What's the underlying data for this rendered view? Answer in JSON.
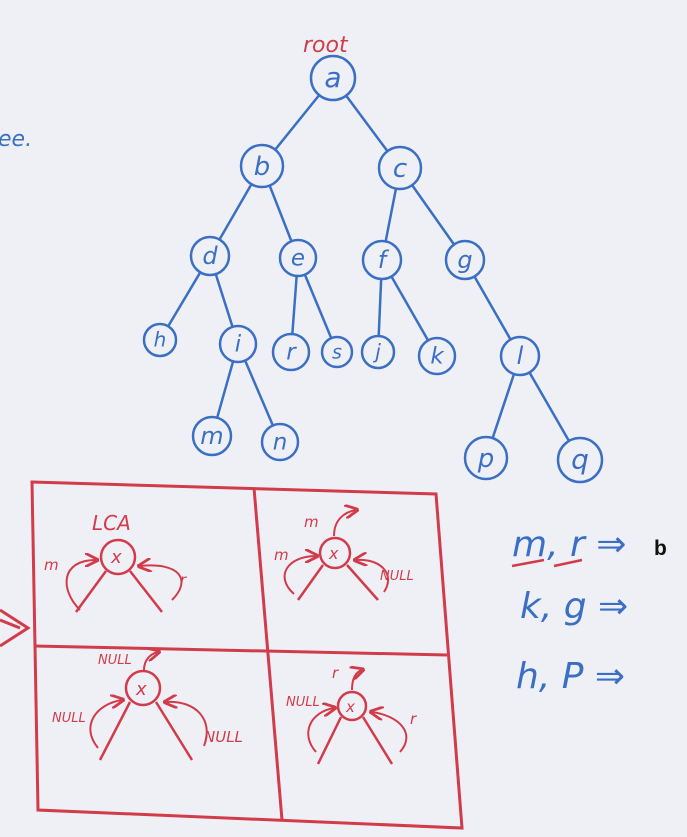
{
  "colors": {
    "blue": "#3b6fc4",
    "red": "#d23b4a",
    "board": "#eef0f6",
    "ink": "#111111"
  },
  "margin_note": "ee.",
  "tree": {
    "root_label": "root",
    "nodes": [
      {
        "id": "a",
        "label": "a"
      },
      {
        "id": "b",
        "label": "b"
      },
      {
        "id": "c",
        "label": "c"
      },
      {
        "id": "d",
        "label": "d"
      },
      {
        "id": "e",
        "label": "e"
      },
      {
        "id": "f",
        "label": "f"
      },
      {
        "id": "g",
        "label": "g"
      },
      {
        "id": "h",
        "label": "h"
      },
      {
        "id": "i",
        "label": "i"
      },
      {
        "id": "r",
        "label": "r"
      },
      {
        "id": "s",
        "label": "s"
      },
      {
        "id": "j",
        "label": "j"
      },
      {
        "id": "k",
        "label": "k"
      },
      {
        "id": "l",
        "label": "l"
      },
      {
        "id": "m",
        "label": "m"
      },
      {
        "id": "n",
        "label": "n"
      },
      {
        "id": "p",
        "label": "p"
      },
      {
        "id": "q",
        "label": "q"
      }
    ],
    "edges": [
      [
        "a",
        "b"
      ],
      [
        "a",
        "c"
      ],
      [
        "b",
        "d"
      ],
      [
        "b",
        "e"
      ],
      [
        "c",
        "f"
      ],
      [
        "c",
        "g"
      ],
      [
        "d",
        "h"
      ],
      [
        "d",
        "i"
      ],
      [
        "e",
        "r"
      ],
      [
        "e",
        "s"
      ],
      [
        "f",
        "j"
      ],
      [
        "f",
        "k"
      ],
      [
        "g",
        "l"
      ],
      [
        "i",
        "m"
      ],
      [
        "i",
        "n"
      ],
      [
        "l",
        "p"
      ],
      [
        "l",
        "q"
      ]
    ]
  },
  "cases": {
    "top_left": {
      "title": "LCA",
      "node": "x",
      "left_in": "m",
      "right_in": "r"
    },
    "top_right": {
      "node": "x",
      "up_out": "m",
      "left_in": "m",
      "right_in": "NULL"
    },
    "bottom_left": {
      "node": "x",
      "up_out": "NULL",
      "left_in": "NULL",
      "right_in": "NULL"
    },
    "bottom_right": {
      "node": "x",
      "up_out": "r",
      "left_in": "NULL",
      "right_in": "r"
    }
  },
  "queries": [
    {
      "text": "m, r ⇒",
      "answer": "b"
    },
    {
      "text": "k, g ⇒",
      "answer": ""
    },
    {
      "text": "h, P ⇒",
      "answer": ""
    }
  ]
}
